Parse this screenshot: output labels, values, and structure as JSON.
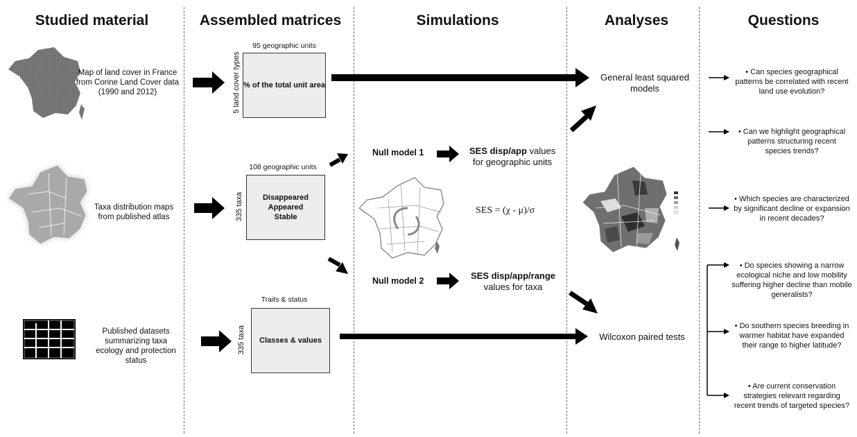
{
  "columns": {
    "studied": "Studied material",
    "assembled": "Assembled matrices",
    "simulations": "Simulations",
    "analyses": "Analyses",
    "questions": "Questions"
  },
  "sources": {
    "land_cover": "Map of land cover in France from Corine Land Cover data (1990 and 2012)",
    "taxa_maps": "Taxa distribution maps from published atlas",
    "datasets": "Published datasets summarizing taxa ecology and protection status"
  },
  "matrices": {
    "m1": {
      "top": "95 geographic units",
      "side": "5 land cover types",
      "box": "% of the total unit area"
    },
    "m2": {
      "top": "108 geographic units",
      "side": "335 taxa",
      "box_lines": [
        "Disappeared",
        "Appeared",
        "Stable"
      ]
    },
    "m3": {
      "top": "Traits & status",
      "side": "335 taxa",
      "box": "Classes & values"
    }
  },
  "simulations": {
    "null1": "Null model 1",
    "ses1_bold": "SES disp/app",
    "ses1_rest": " values",
    "ses1_line2": "for geographic units",
    "formula": "SES = (χ - μ)/σ",
    "null2": "Null model 2",
    "ses2_bold": "SES disp/app/range",
    "ses2_line2": "values for taxa"
  },
  "analyses": {
    "gls": "General least squared models",
    "wilcoxon": "Wilcoxon paired tests"
  },
  "questions": [
    "Can species geographical patterns be correlated with recent land use evolution?",
    "Can we highlight geographical patterns structuring recent species trends?",
    "Which species are characterized by significant decline or expansion in recent decades?",
    "Do species showing a narrow ecological niche and low mobility suffering higher decline than mobile generalists?",
    "Do southern species breeding in warmer habitat have expanded their range to higher latitude?",
    "Are current conservation strategies relevant regarding recent trends of targeted species?"
  ],
  "bullet": "•",
  "colors": {
    "arrow": "#000000",
    "box_fill": "#ececec",
    "divider": "#666666"
  }
}
